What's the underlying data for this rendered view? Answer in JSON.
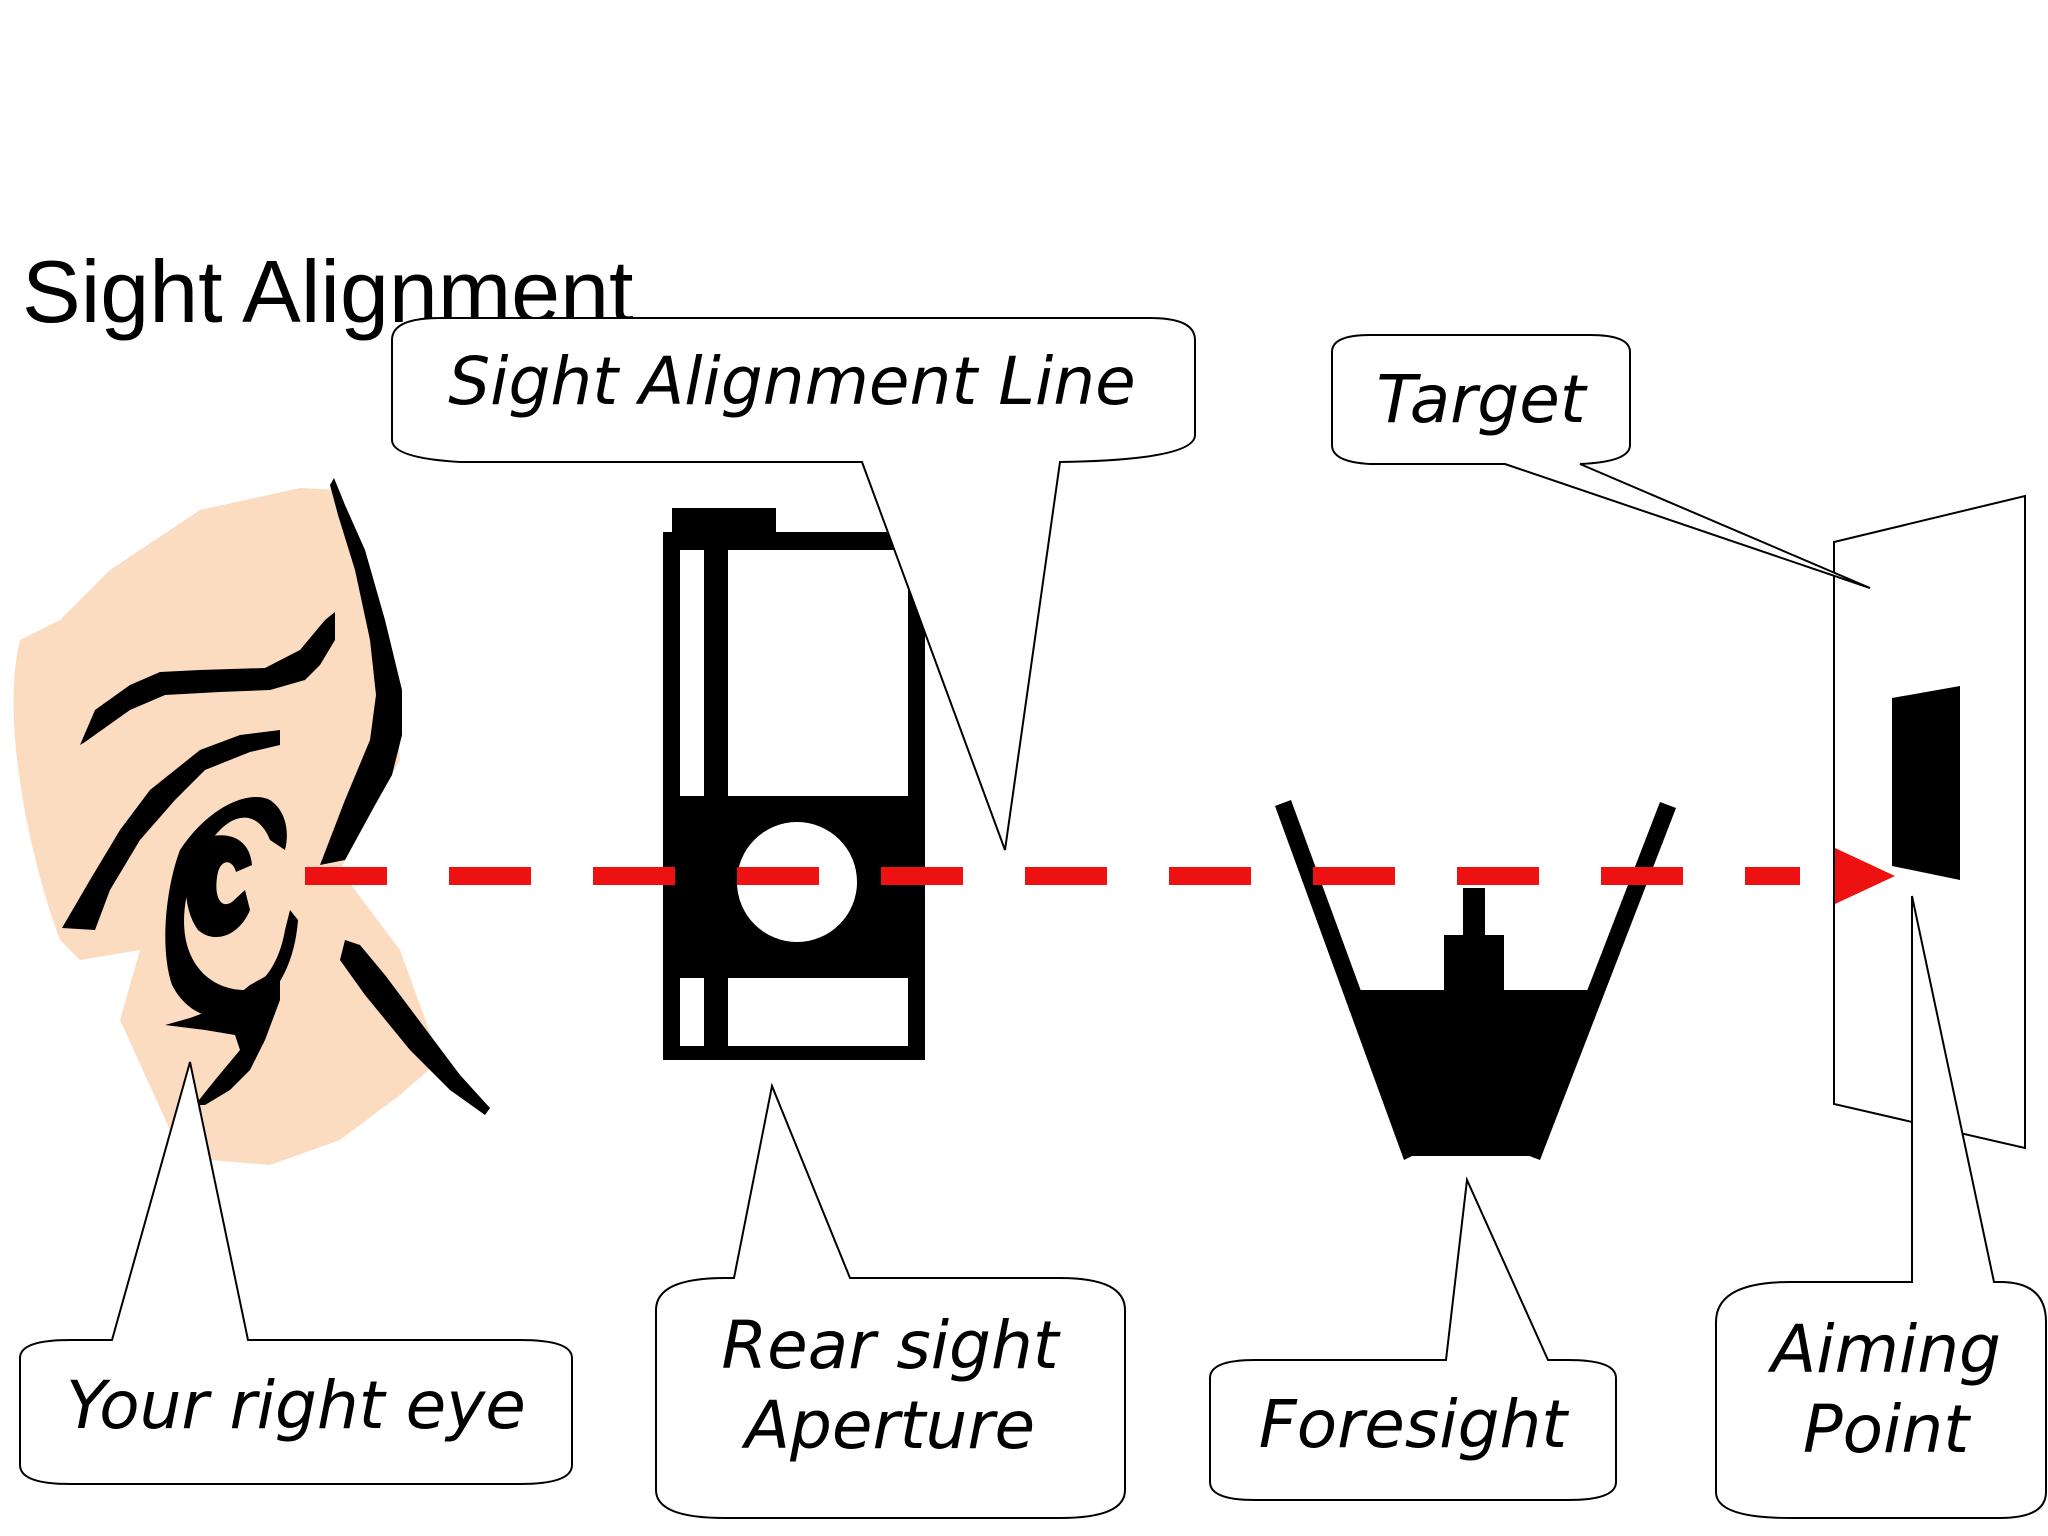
{
  "title": "Sight Alignment",
  "labels": {
    "sight_line": "Sight Alignment Line",
    "target": "Target",
    "eye": "Your right eye",
    "rear_sight_line1": "Rear sight",
    "rear_sight_line2": "Aperture",
    "foresight": "Foresight",
    "aiming_line1": "Aiming",
    "aiming_line2": "Point"
  },
  "colors": {
    "sight_line": "#ee1111",
    "skin": "#fbdcc0",
    "ink": "#000000",
    "background": "#ffffff"
  }
}
